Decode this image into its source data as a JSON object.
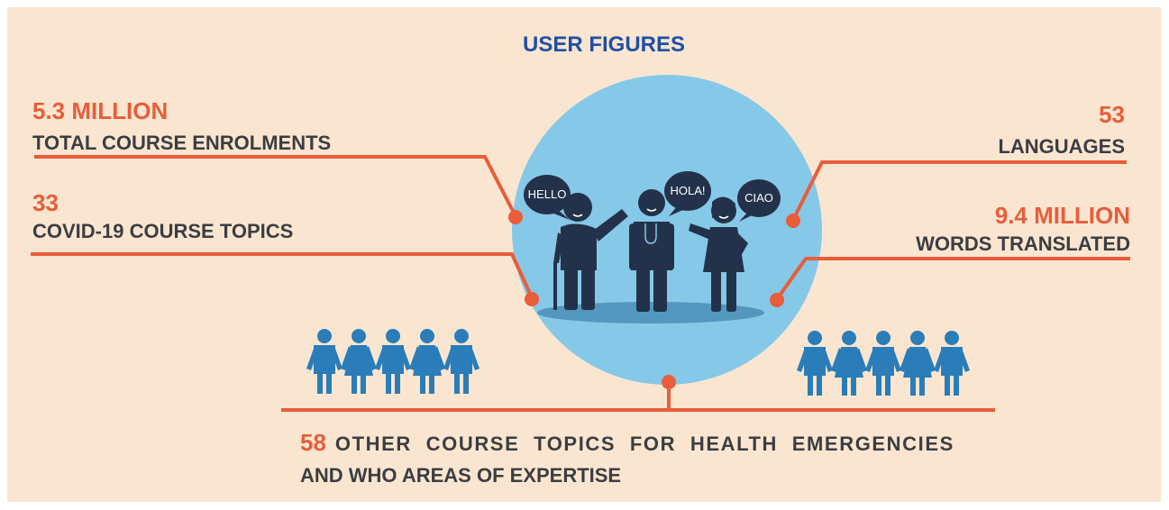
{
  "title": "USER FIGURES",
  "stats": {
    "enrolments": {
      "number": "5.3 MILLION",
      "label": "TOTAL COURSE ENROLMENTS"
    },
    "covid_topics": {
      "number": "33",
      "label": "COVID-19 COURSE TOPICS"
    },
    "languages": {
      "number": "53",
      "label": "LANGUAGES"
    },
    "words": {
      "number": "9.4 MILLION",
      "label": "WORDS TRANSLATED"
    },
    "other_topics": {
      "number": "58",
      "label_line1": "OTHER COURSE TOPICS FOR HEALTH EMERGENCIES",
      "label_line2": "AND WHO AREAS OF EXPERTISE"
    }
  },
  "speech_bubbles": {
    "left": "HELLO",
    "middle": "HOLA!",
    "right": "CIAO"
  },
  "colors": {
    "background": "#fae6d0",
    "accent": "#e85d3a",
    "title": "#1f4fa6",
    "text": "#3b3d42",
    "circle": "#86c8e8",
    "people": "#2a7db8",
    "figures": "#23324a"
  }
}
